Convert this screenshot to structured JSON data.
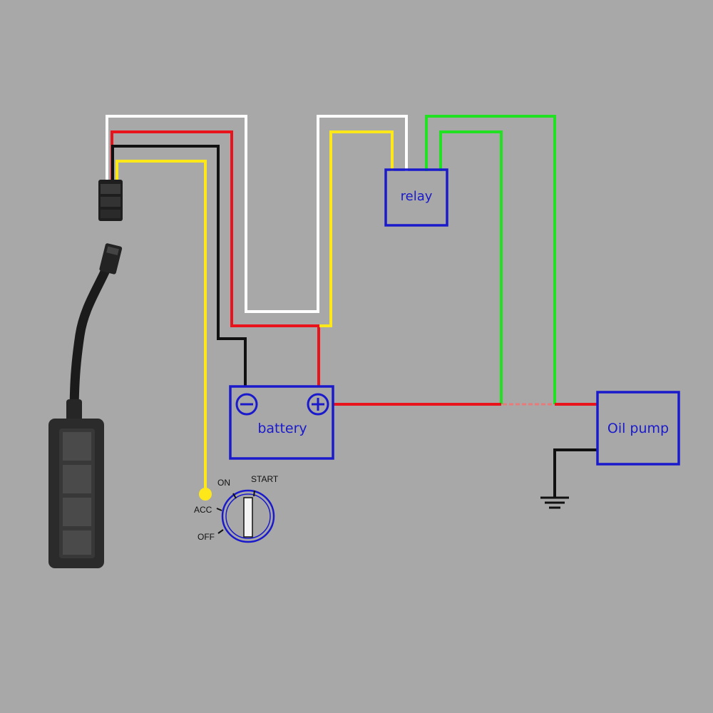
{
  "components": {
    "relay": {
      "label": "relay"
    },
    "battery": {
      "label": "battery",
      "negative_symbol": "−",
      "positive_symbol": "+"
    },
    "oil_pump": {
      "label": "Oil pump"
    },
    "ignition": {
      "positions": {
        "acc": "ACC",
        "on": "ON",
        "start": "START",
        "off": "OFF"
      }
    }
  },
  "colors": {
    "background": "#a8a8a8",
    "component_outline": "#1a1acc",
    "wire_white": "#ffffff",
    "wire_red": "#e8131b",
    "wire_black": "#111111",
    "wire_yellow": "#ffe81a",
    "wire_green": "#22e022",
    "tracker_body": "#2b2b2b"
  },
  "wires": [
    "white",
    "red",
    "black",
    "yellow",
    "green"
  ]
}
